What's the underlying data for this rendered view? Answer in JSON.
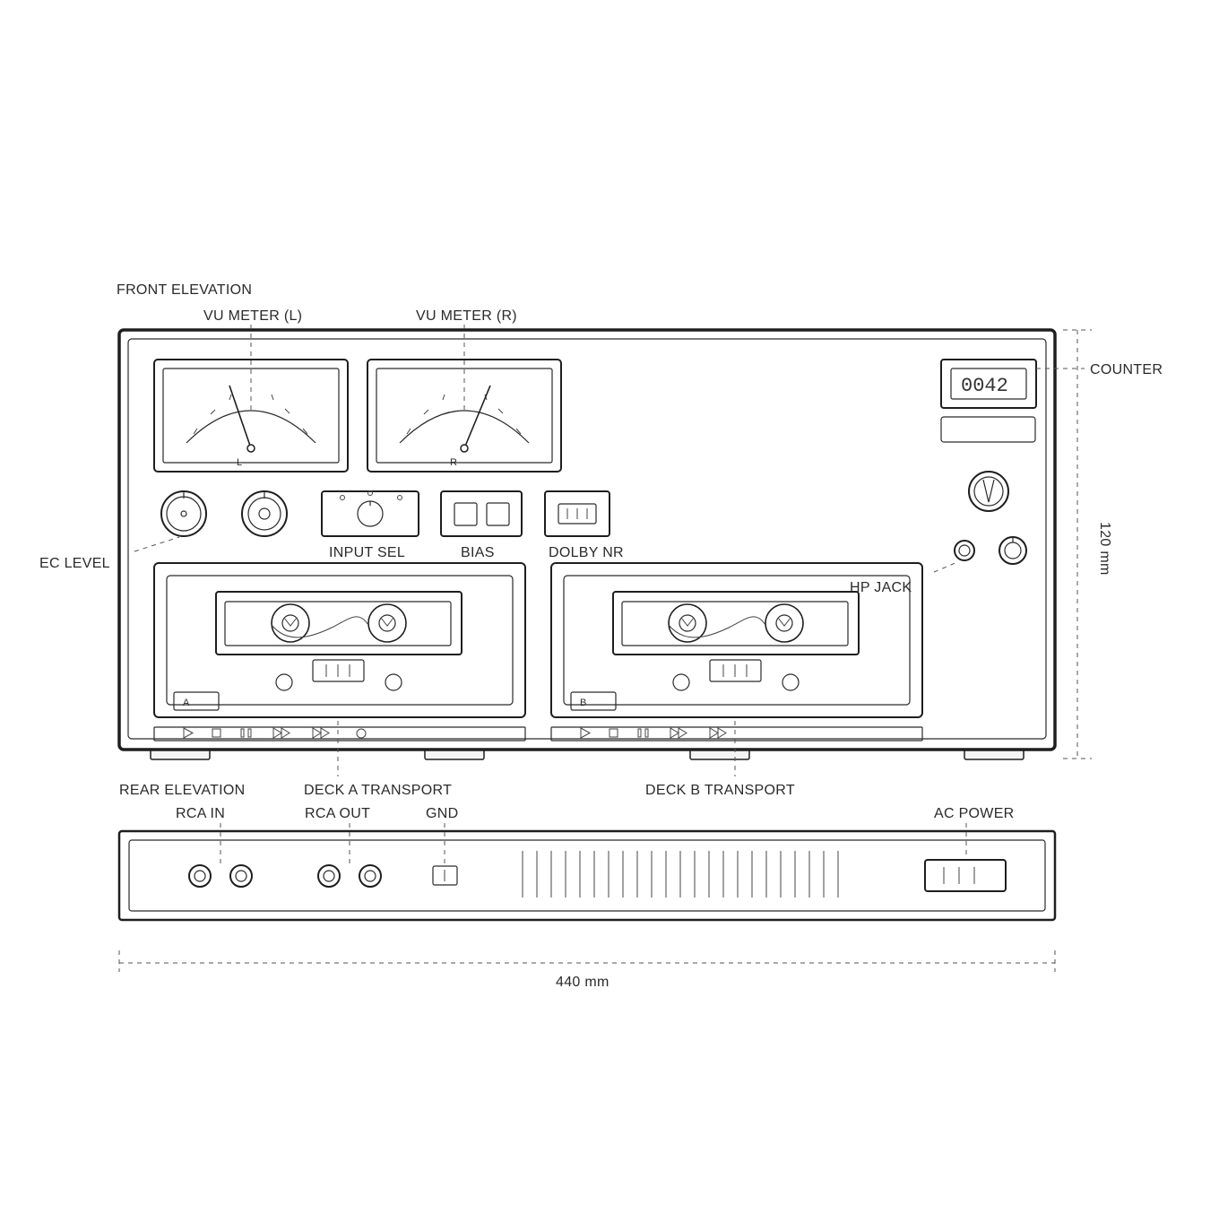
{
  "labels": {
    "front_elevation": "FRONT ELEVATION",
    "vu_meter_l": "VU METER (L)",
    "vu_meter_r": "VU METER (R)",
    "counter": "COUNTER",
    "ec_level": "EC LEVEL",
    "input_sel": "INPUT SEL",
    "bias": "BIAS",
    "dolby_nr": "DOLBY NR",
    "hp_jack": "HP JACK",
    "rear_elevation": "REAR ELEVATION",
    "deck_a_transport": "DECK A TRANSPORT",
    "deck_b_transport": "DECK B TRANSPORT",
    "rca_in": "RCA IN",
    "rca_out": "RCA OUT",
    "gnd": "GND",
    "ac_power": "AC POWER"
  },
  "meters": {
    "left_mark": "L",
    "right_mark": "R"
  },
  "counter_display": "0042",
  "decks": {
    "a_mark": "A",
    "b_mark": "B"
  },
  "dimensions": {
    "width": "440 mm",
    "height": "120 mm"
  }
}
